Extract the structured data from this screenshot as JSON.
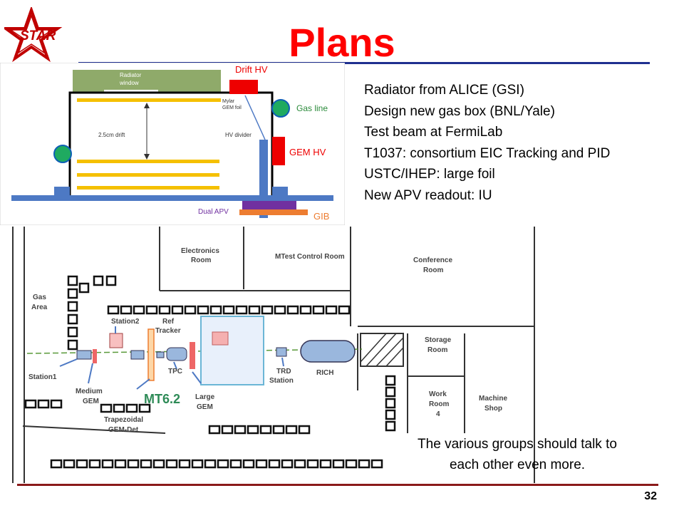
{
  "slide": {
    "logo_text": "STAR",
    "title": "Plans",
    "page_number": "32",
    "colors": {
      "title": "#ff0000",
      "title_rule": "#1f2f8f",
      "bottom_rule": "#8b1a1a",
      "logo_star": "#c00000"
    }
  },
  "bullets": [
    "Radiator from ALICE (GSI)",
    "Design new gas box (BNL/Yale)",
    "Test beam at FermiLab",
    "T1037: consortium EIC Tracking and PID",
    "USTC/IHEP: large foil",
    "New APV readout: IU"
  ],
  "note": {
    "line1": "The various groups should talk to",
    "line2": "each other even more."
  },
  "diagram": {
    "radiator_line1": "Radiator",
    "radiator_line2": "window",
    "drift_hv": "Drift HV",
    "mylar_line1": "Mylar",
    "mylar_line2": "GEM foil",
    "gas_line": "Gas line",
    "drift_gap": "2.5cm drift",
    "hv_divider": "HV divider",
    "gem_hv": "GEM HV",
    "dual_apv": "Dual APV",
    "gib": "GIB"
  },
  "floorplan": {
    "electronics_line1": "Electronics",
    "electronics_line2": "Room",
    "control_room": "MTest Control Room",
    "conference_line1": "Conference",
    "conference_line2": "Room",
    "gas_line1": "Gas",
    "gas_line2": "Area",
    "station2": "Station2",
    "ref_line1": "Ref",
    "ref_line2": "Tracker",
    "storage_line1": "Storage",
    "storage_line2": "Room",
    "station1": "Station1",
    "tpc": "TPC",
    "trd_line1": "TRD",
    "trd_line2": "Station",
    "rich": "RICH",
    "medium_line1": "Medium",
    "medium_line2": "GEM",
    "mt62": "MT6.2",
    "large_line1": "Large",
    "large_line2": "GEM",
    "work_line1": "Work",
    "work_line2": "Room",
    "work_line3": "4",
    "machine_line1": "Machine",
    "machine_line2": "Shop",
    "trap_line1": "Trapezoidal",
    "trap_line2": "GEM-Det"
  }
}
